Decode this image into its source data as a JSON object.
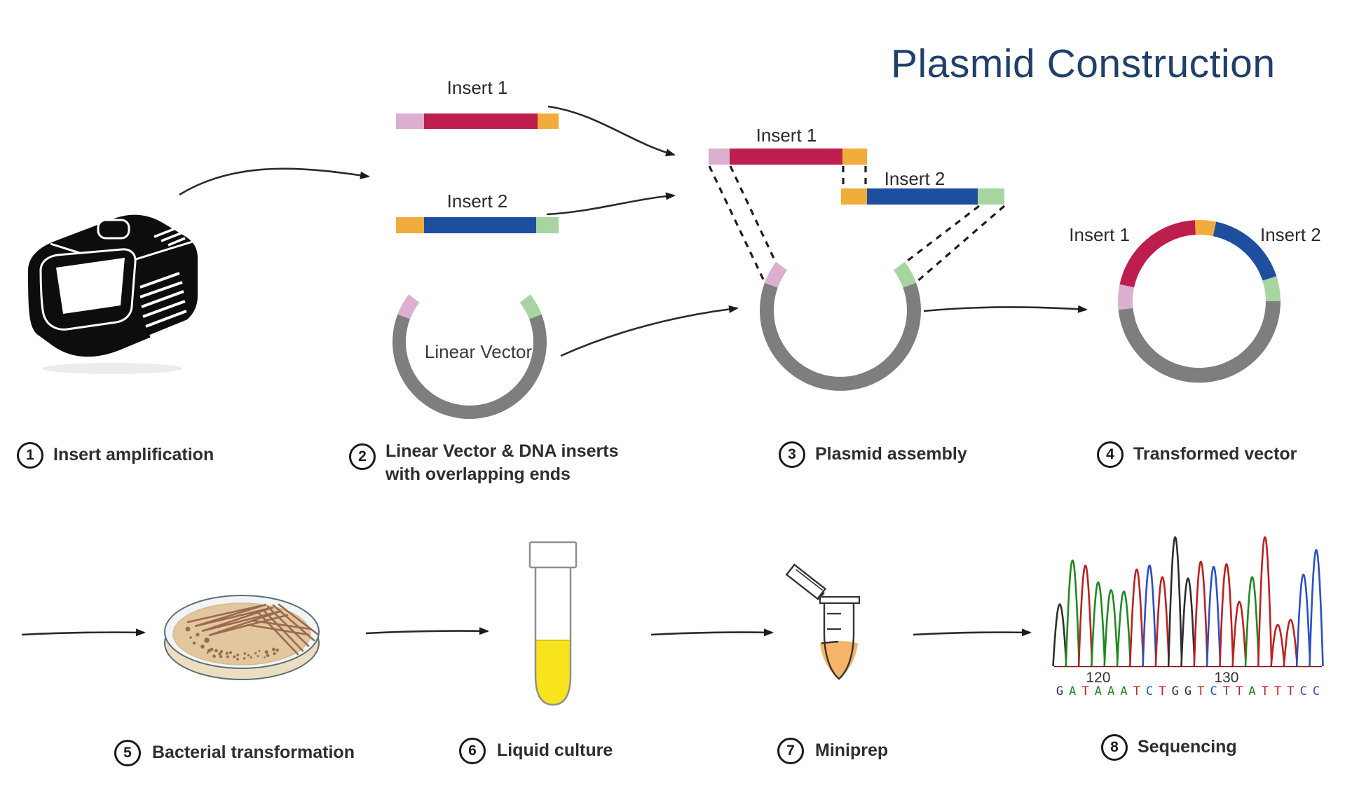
{
  "title": "Plasmid Construction",
  "palette": {
    "pink": "#DCAECF",
    "crimson": "#BE1E4E",
    "orange": "#F2AC3C",
    "blue": "#1E4F9F",
    "green": "#A6D5A0",
    "gray": "#7E7E7E",
    "ink": "#1A1A1A",
    "navy": "#20406B"
  },
  "labels": {
    "insert1_standalone": "Insert 1",
    "insert2_standalone": "Insert 2",
    "linear_vector": "Linear Vector",
    "insert1_assembly": "Insert 1",
    "insert2_assembly": "Insert 2",
    "insert1_vector": "Insert 1",
    "insert2_vector": "Insert 2"
  },
  "steps": [
    {
      "num": "1",
      "lines": [
        "Insert amplification"
      ]
    },
    {
      "num": "2",
      "lines": [
        "Linear Vector & DNA inserts",
        "with overlapping ends"
      ]
    },
    {
      "num": "3",
      "lines": [
        "Plasmid assembly"
      ]
    },
    {
      "num": "4",
      "lines": [
        "Transformed vector"
      ]
    },
    {
      "num": "5",
      "lines": [
        "Bacterial transformation"
      ]
    },
    {
      "num": "6",
      "lines": [
        "Liquid culture"
      ]
    },
    {
      "num": "7",
      "lines": [
        "Miniprep"
      ]
    },
    {
      "num": "8",
      "lines": [
        "Sequencing"
      ]
    }
  ],
  "plasmid": {
    "bars": {
      "insert1_standalone": [
        {
          "c": "pink",
          "w": 40
        },
        {
          "c": "crimson",
          "w": 162
        },
        {
          "c": "orange",
          "w": 30
        }
      ],
      "insert2_standalone": [
        {
          "c": "orange",
          "w": 40
        },
        {
          "c": "blue",
          "w": 160
        },
        {
          "c": "green",
          "w": 32
        }
      ],
      "insert1_assembly": [
        {
          "c": "pink",
          "w": 30
        },
        {
          "c": "crimson",
          "w": 161
        },
        {
          "c": "orange",
          "w": 35
        }
      ],
      "insert2_assembly": [
        {
          "c": "orange",
          "w": 37
        },
        {
          "c": "blue",
          "w": 158
        },
        {
          "c": "green",
          "w": 38
        }
      ]
    },
    "rings": {
      "linear_vector": [
        {
          "c": "gray",
          "a0": 69,
          "a1": 291
        },
        {
          "c": "pink",
          "a0": -69,
          "a1": -52
        },
        {
          "c": "green",
          "a0": 52,
          "a1": 69
        }
      ],
      "assembly": [
        {
          "c": "gray",
          "a0": 70,
          "a1": 290
        },
        {
          "c": "pink",
          "a0": -70,
          "a1": -53
        },
        {
          "c": "green",
          "a0": 53,
          "a1": 70
        }
      ],
      "transformed": [
        {
          "c": "gray",
          "a0": 90,
          "a1": 264
        },
        {
          "c": "pink",
          "a0": 264,
          "a1": 282
        },
        {
          "c": "crimson",
          "a0": 282,
          "a1": 357
        },
        {
          "c": "orange",
          "a0": -3,
          "a1": 12
        },
        {
          "c": "blue",
          "a0": 12,
          "a1": 72
        },
        {
          "c": "green",
          "a0": 72,
          "a1": 90
        }
      ]
    }
  },
  "chart_data": {
    "type": "line",
    "title": "Sanger sequencing chromatogram",
    "sequence": "GATAAATCTGGTCTTATTTCC",
    "base_colors": {
      "G": "#2E2E2E",
      "A": "#1E8A1E",
      "T": "#C01F1F",
      "C": "#2A4FC9"
    },
    "x_ticks": [
      {
        "label": "120",
        "peak_index": 3
      },
      {
        "label": "130",
        "peak_index": 13
      }
    ],
    "peaks": [
      {
        "base": "G",
        "rel_height": 0.48
      },
      {
        "base": "A",
        "rel_height": 0.82
      },
      {
        "base": "T",
        "rel_height": 0.78
      },
      {
        "base": "A",
        "rel_height": 0.65
      },
      {
        "base": "A",
        "rel_height": 0.59
      },
      {
        "base": "A",
        "rel_height": 0.58
      },
      {
        "base": "T",
        "rel_height": 0.75
      },
      {
        "base": "C",
        "rel_height": 0.78
      },
      {
        "base": "T",
        "rel_height": 0.69
      },
      {
        "base": "G",
        "rel_height": 1.0
      },
      {
        "base": "G",
        "rel_height": 0.68
      },
      {
        "base": "T",
        "rel_height": 0.81
      },
      {
        "base": "C",
        "rel_height": 0.77
      },
      {
        "base": "T",
        "rel_height": 0.79
      },
      {
        "base": "T",
        "rel_height": 0.5
      },
      {
        "base": "A",
        "rel_height": 0.69
      },
      {
        "base": "T",
        "rel_height": 1.0
      },
      {
        "base": "T",
        "rel_height": 0.32
      },
      {
        "base": "T",
        "rel_height": 0.36
      },
      {
        "base": "C",
        "rel_height": 0.71
      },
      {
        "base": "C",
        "rel_height": 0.9
      }
    ]
  }
}
